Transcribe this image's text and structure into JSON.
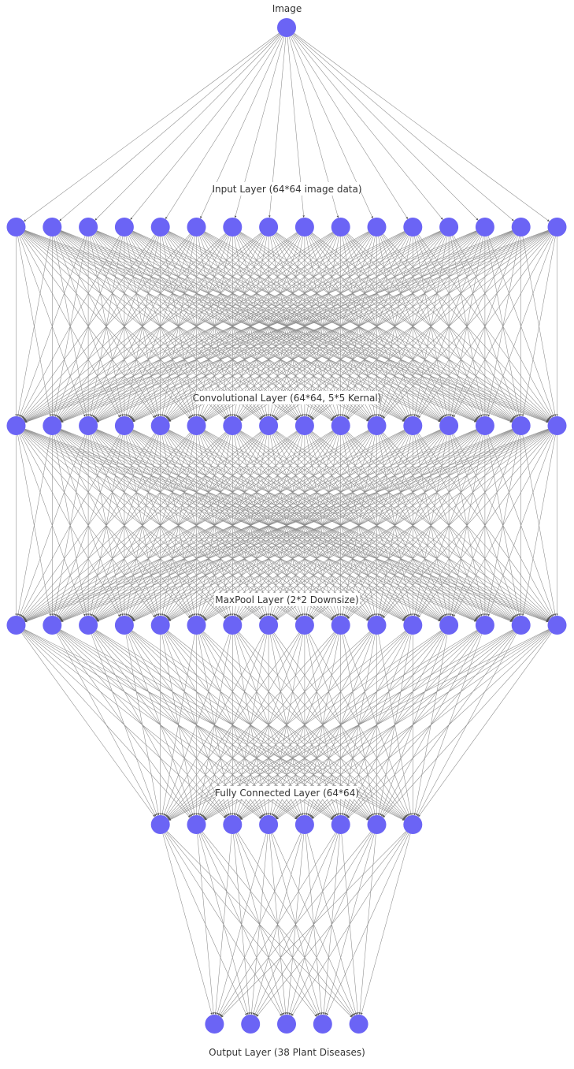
{
  "diagram": {
    "type": "neural-network",
    "node_color": "#6b64f5",
    "edge_color": "#8a8a8a",
    "connectivity": "fully-connected between consecutive layers",
    "layers": [
      {
        "key": "image",
        "label": "Image",
        "node_count": 1
      },
      {
        "key": "input",
        "label": "Input Layer (64*64 image data)",
        "node_count": 16
      },
      {
        "key": "conv",
        "label": "Convolutional Layer (64*64, 5*5 Kernal)",
        "node_count": 16
      },
      {
        "key": "maxpool",
        "label": "MaxPool Layer (2*2 Downsize)",
        "node_count": 16
      },
      {
        "key": "fc",
        "label": "Fully Connected Layer (64*64)",
        "node_count": 8
      },
      {
        "key": "output",
        "label": "Output Layer (38 Plant Diseases)",
        "node_count": 5
      }
    ]
  }
}
